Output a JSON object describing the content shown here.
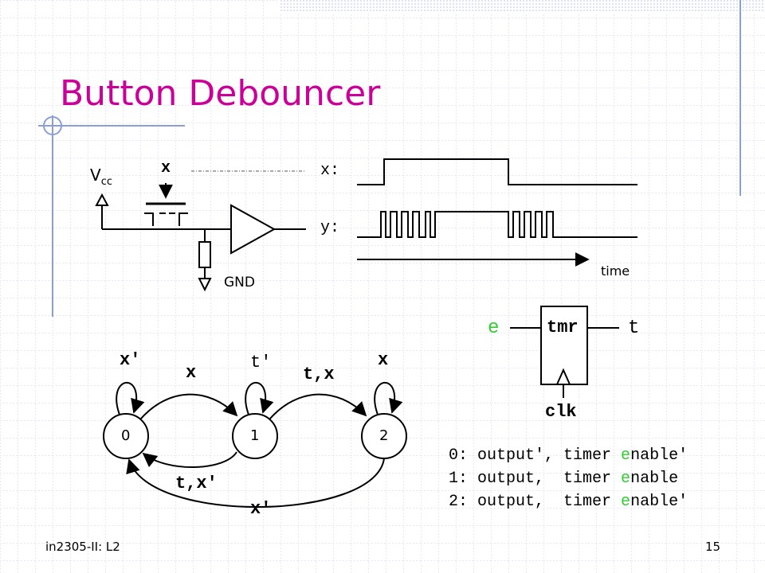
{
  "slide": {
    "title": "Button Debouncer",
    "footer_left": "in2305-II: L2",
    "page_number": "15"
  },
  "circuit": {
    "vcc_main": "V",
    "vcc_sub": "cc",
    "button_label": "x",
    "gnd_label": "GND"
  },
  "waveform": {
    "x_label": "x:",
    "y_label": "y:",
    "time_label": "time"
  },
  "timer": {
    "enable_label": "e",
    "name": "tmr",
    "output_label": "t",
    "clock_label": "clk",
    "enable_color": "#33cc33"
  },
  "fsm": {
    "states": [
      "0",
      "1",
      "2"
    ],
    "transitions": {
      "self_0": "x′",
      "s0_to_s1": "x",
      "self_1": "t′",
      "s1_to_s2": "t,x",
      "self_2": "x",
      "s1_to_s0": "t,x′",
      "s2_to_s0": "x′"
    }
  },
  "outputs": [
    {
      "prefix": "0: output′, timer ",
      "e": "e",
      "suffix": "nable′"
    },
    {
      "prefix": "1: output,  timer ",
      "e": "e",
      "suffix": "nable"
    },
    {
      "prefix": "2: output,  timer ",
      "e": "e",
      "suffix": "nable′"
    }
  ],
  "colors": {
    "title": "#cc0099",
    "accent_lines": "#8a9fd6",
    "grid": "#cfd6e8"
  }
}
